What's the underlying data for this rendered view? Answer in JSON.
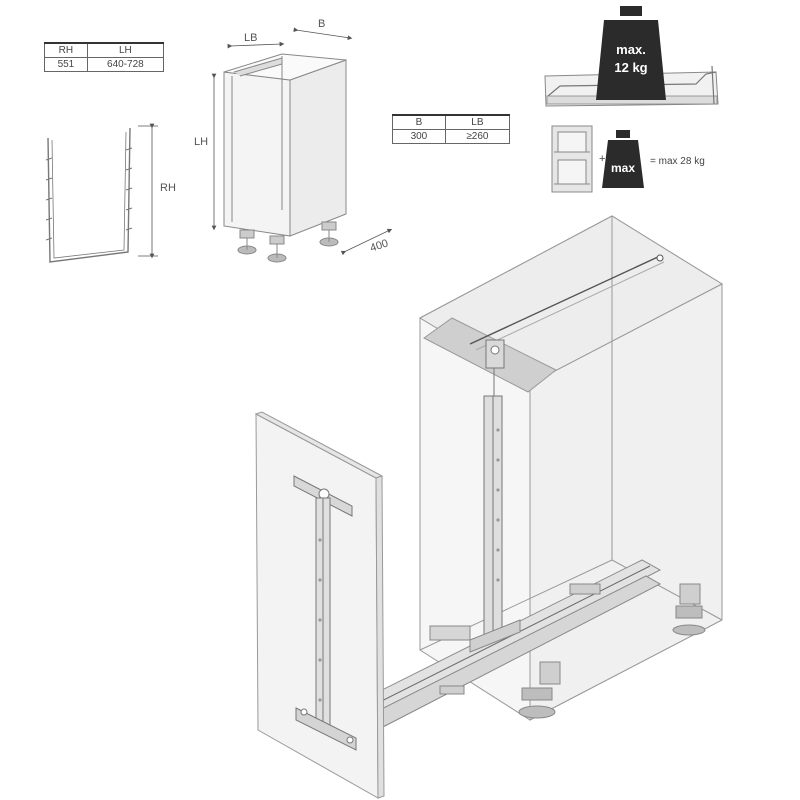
{
  "table_rh_lh": {
    "headers": [
      "RH",
      "LH"
    ],
    "row": [
      "551",
      "640-728"
    ]
  },
  "table_b_lb": {
    "headers": [
      "B",
      "LB"
    ],
    "row": [
      "300",
      "≥260"
    ]
  },
  "dimensions": {
    "lb": "LB",
    "b": "B",
    "lh": "LH",
    "rh": "RH",
    "depth": "400"
  },
  "weights": {
    "shelf_weight_line1": "max.",
    "shelf_weight_line2": "12 kg",
    "total_weight_label": "max",
    "total_weight_text": "= max 28 kg",
    "plus": "+"
  },
  "colors": {
    "line": "#666666",
    "weight": "#2b2b2b",
    "panel": "#f2f2f2"
  }
}
